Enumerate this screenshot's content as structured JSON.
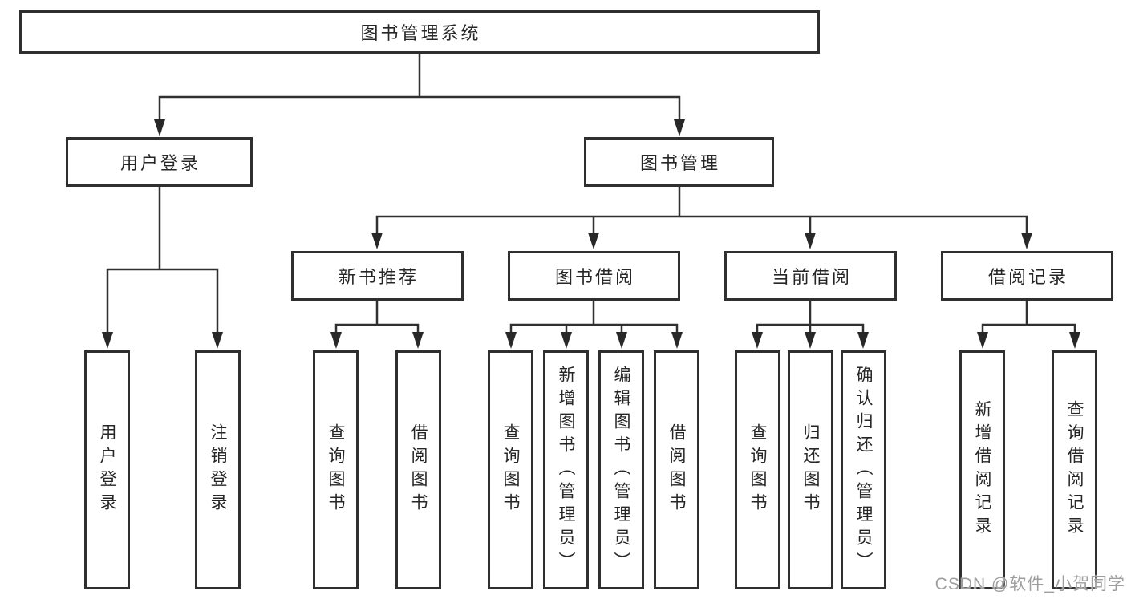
{
  "diagram": {
    "root_label": "图书管理系统",
    "branches": [
      {
        "label": "用户登录",
        "leaves": [
          "用户登录",
          "注销登录"
        ]
      },
      {
        "label": "图书管理",
        "groups": [
          {
            "label": "新书推荐",
            "leaves": [
              "查询图书",
              "借阅图书"
            ]
          },
          {
            "label": "图书借阅",
            "leaves": [
              "查询图书",
              "新增图书（管理员）",
              "编辑图书（管理员）",
              "借阅图书"
            ]
          },
          {
            "label": "当前借阅",
            "leaves": [
              "查询图书",
              "归还图书",
              "确认归还（管理员）"
            ]
          },
          {
            "label": "借阅记录",
            "leaves": [
              "新增借阅记录",
              "查询借阅记录"
            ]
          }
        ]
      }
    ]
  },
  "watermark": "CSDN @软件_小贺同学",
  "colors": {
    "background": "#ffffff",
    "line": "#303030",
    "box_border": "#2f2f2f",
    "text": "#262626",
    "watermark": "#9e9e9e"
  }
}
